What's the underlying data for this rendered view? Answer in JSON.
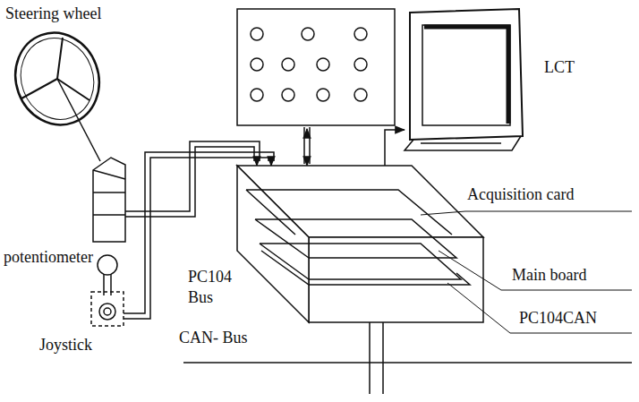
{
  "diagram": {
    "labels": [
      "Steering wheel",
      "potentiometer",
      "Joystick",
      "LCT",
      "Acquisition card",
      "Main board",
      "PC104CAN",
      "PC104 Bus",
      "CAN- Bus"
    ]
  }
}
